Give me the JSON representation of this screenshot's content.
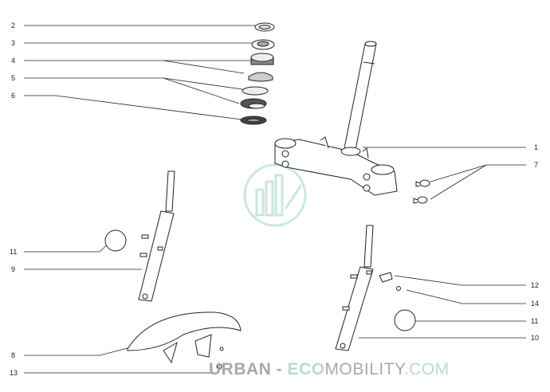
{
  "title": "Steering assembly exploded diagram",
  "callouts": {
    "c2": "2",
    "c3": "3",
    "c4": "4",
    "c5": "5",
    "c6": "6",
    "c1": "1",
    "c7": "7",
    "c11a": "11",
    "c9": "9",
    "c12": "12",
    "c14": "14",
    "c11b": "11",
    "c10": "10",
    "c8": "8",
    "c13": "13"
  },
  "watermark": {
    "part1": "URBAN",
    "sep": "-",
    "part2": "ECO",
    "part3": "MOBILITY",
    "part4": ".COM"
  },
  "colors": {
    "line": "#222222",
    "watermark_green": "#b9dccb",
    "watermark_gray": "#a8a8a8"
  }
}
